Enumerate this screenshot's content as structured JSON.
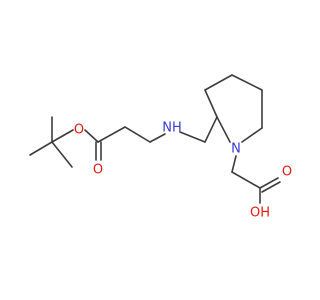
{
  "colors": {
    "bond": "#3c3c3c",
    "carbon": "#3c3c3c",
    "nitrogen": "#3a3ad6",
    "oxygen": "#e8190e"
  },
  "atoms": {
    "ester_carbonyl_o": "O",
    "ester_o": "O",
    "amine_nh": "NH",
    "ring_n": "N",
    "acid_carbonyl_o": "O",
    "acid_oh": "OH"
  }
}
